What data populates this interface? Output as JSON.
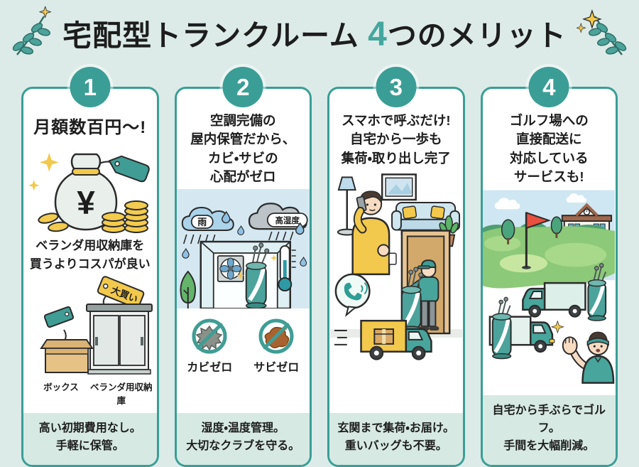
{
  "header": {
    "title_prefix": "宅配型トランクルーム ",
    "title_accent": "4",
    "title_suffix": "つのメリット"
  },
  "colors": {
    "accent_teal": "#3a9e96",
    "background_mint": "#dcebe8",
    "caption_mint": "#d6e9e3",
    "highlight_yellow": "#f2c94c",
    "sky_blue": "#d5e8f2"
  },
  "cards": [
    {
      "number": "1",
      "heading": "月額数百円〜!",
      "illustration": "money-bag-with-price-tag",
      "currency_symbol": "¥",
      "mid_text": "ベランダ用収納庫を\n買うよりコスパが良い",
      "big_purchase_tag": "大買い",
      "item_labels": {
        "box": "ボックス",
        "shed": "ベランダ用収納庫"
      },
      "caption": "高い初期費用なし。\n手軽に保管。"
    },
    {
      "number": "2",
      "heading": "空調完備の\n屋内保管だから、\nカビ・サビの\n心配がゼロ",
      "illustration": "climate-controlled-storage-room",
      "cloud_labels": {
        "rain": "雨",
        "humidity": "高湿度"
      },
      "zero_labels": {
        "mold": "カビゼロ",
        "rust": "サビゼロ"
      },
      "caption": "湿度・温度管理。\n大切なクラブを守る。"
    },
    {
      "number": "3",
      "heading": "スマホで呼ぶだけ!\n自宅から一歩も\n集荷・取り出し完了",
      "illustration": "home-pickup-and-delivery",
      "caption": "玄関まで集荷・お届け。\n重いバッグも不要。"
    },
    {
      "number": "4",
      "heading": "ゴルフ場への\n直接配送に\n対応している\nサービスも!",
      "illustration": "golf-course-direct-delivery",
      "caption": "自宅から手ぶらでゴルフ。\n手間を大幅削減。"
    }
  ]
}
